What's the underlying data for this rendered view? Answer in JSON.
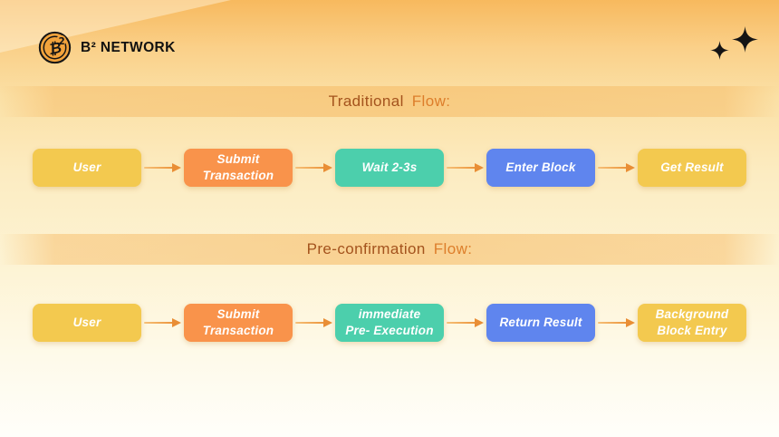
{
  "brand": {
    "name": "B² NETWORK",
    "coin_symbol": "₿",
    "coin_sup": "2"
  },
  "icons": {
    "logo": "bitcoin-b2-coin-icon",
    "top_right": [
      "sparkle-small-icon",
      "sparkle-large-icon"
    ]
  },
  "sections": [
    {
      "title_main": "Traditional",
      "title_suffix": "Flow:",
      "nodes": [
        {
          "label": "User",
          "color": "yellow"
        },
        {
          "label": "Submit\nTransaction",
          "color": "orange"
        },
        {
          "label": "Wait 2-3s",
          "color": "teal"
        },
        {
          "label": "Enter Block",
          "color": "blue"
        },
        {
          "label": "Get Result",
          "color": "yellow"
        }
      ]
    },
    {
      "title_main": "Pre-confirmation",
      "title_suffix": "Flow:",
      "nodes": [
        {
          "label": "User",
          "color": "yellow"
        },
        {
          "label": "Submit\nTransaction",
          "color": "orange"
        },
        {
          "label": "immediate\nPre- Execution",
          "color": "teal"
        },
        {
          "label": "Return Result",
          "color": "blue"
        },
        {
          "label": "Background\nBlock Entry",
          "color": "yellow"
        }
      ]
    }
  ],
  "colors": {
    "yellow": "#f3c94f",
    "orange": "#f9934b",
    "teal": "#4ccfac",
    "blue": "#5f85ee",
    "arrow": "#ed9840",
    "title_main_text": "#a4531d",
    "title_suffix_text": "#dd7e2b",
    "background_top": "#f7b95e",
    "background_bottom": "#fffefa"
  }
}
